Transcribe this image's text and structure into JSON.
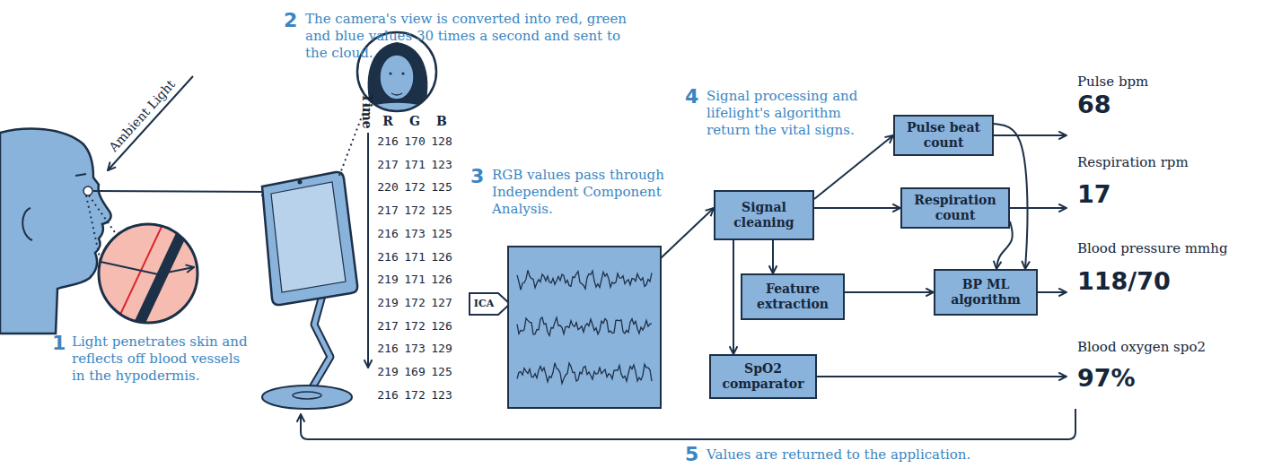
{
  "diagram": {
    "nodes": [
      {
        "text": [
          "Signal cleaning"
        ]
      },
      {
        "text": [
          "Pulse beat count"
        ]
      },
      {
        "text": [
          "Respiration count"
        ]
      },
      {
        "text": [
          "Feature extraction"
        ]
      },
      {
        "text": [
          "BP ML algorithm"
        ]
      },
      {
        "text": [
          "SpO2 comparator"
        ]
      }
    ],
    "edges": [
      {
        "from": 0,
        "to": 1,
        "arrow": "to"
      },
      {
        "from": 0,
        "to": 2,
        "arrow": "to"
      },
      {
        "from": 0,
        "to": 3,
        "arrow": "to"
      },
      {
        "from": 0,
        "to": 5,
        "arrow": "to"
      },
      {
        "from": 3,
        "to": 4,
        "arrow": "to"
      },
      {
        "from": 1,
        "to": 4,
        "arrow": "to"
      },
      {
        "from": 2,
        "to": 4,
        "arrow": "to"
      }
    ],
    "labels": [
      "Ambient Light",
      "1",
      "Light penetrates skin and reflects off blood vessels in the hypodermis.",
      "2",
      "The camera's view is converted into red, green and blue values 30 times a second and sent to the cloud.",
      "Time",
      "R",
      "G",
      "B",
      "216",
      "170",
      "128",
      "217",
      "171",
      "123",
      "220",
      "172",
      "125",
      "217",
      "172",
      "125",
      "216",
      "173",
      "125",
      "216",
      "171",
      "126",
      "219",
      "171",
      "126",
      "219",
      "172",
      "127",
      "217",
      "172",
      "126",
      "216",
      "173",
      "129",
      "219",
      "169",
      "125",
      "216",
      "172",
      "123",
      "3",
      "RGB values pass through Independent Component Analysis.",
      "ICA",
      "4",
      "Signal processing and lifelight's algorithm return the vital signs.",
      "Pulse bpm",
      "68",
      "Respiration rpm",
      "17",
      "Blood pressure mmhg",
      "118/70",
      "Blood oxygen spo2",
      "97%",
      "5",
      "Values are returned to the application."
    ]
  }
}
